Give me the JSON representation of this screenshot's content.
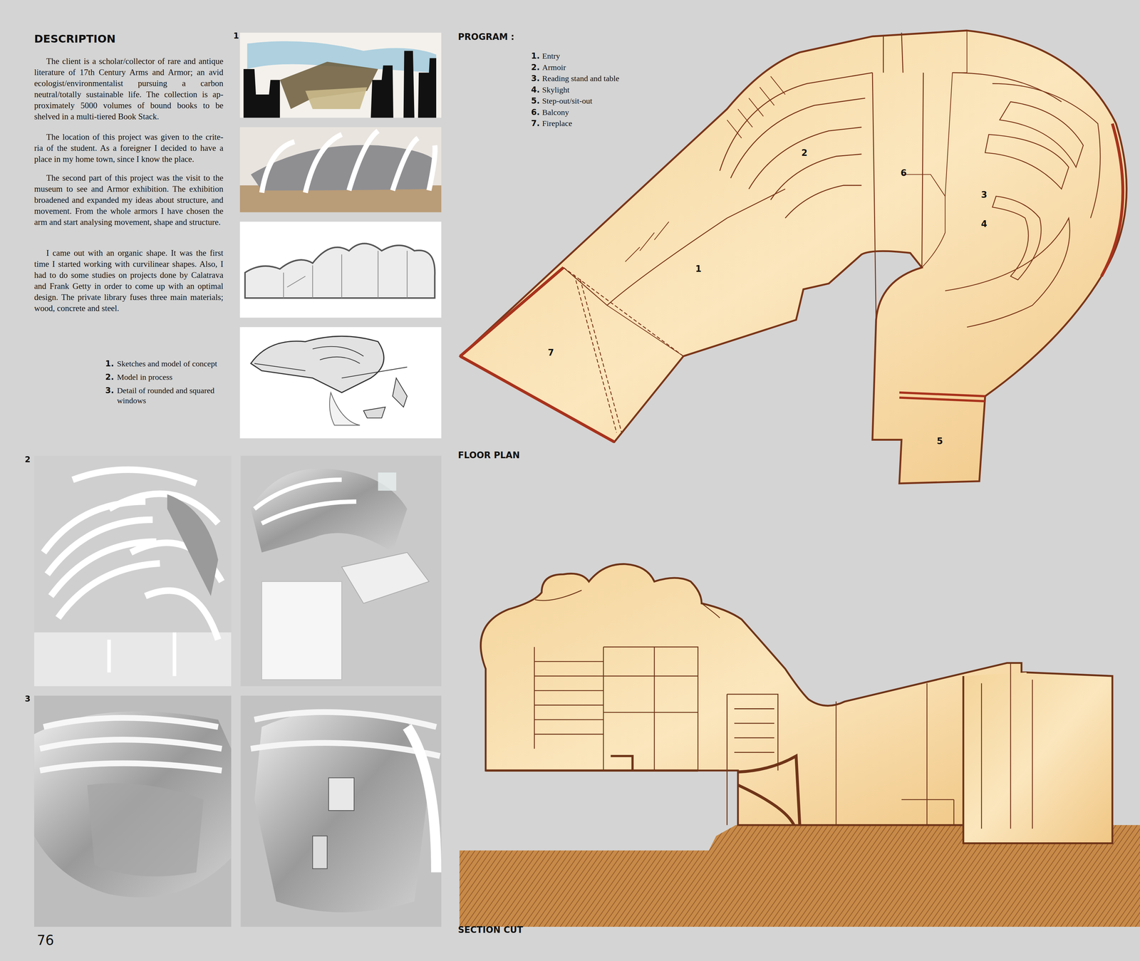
{
  "diagram": {
    "labels": [
      "DESCRIPTION",
      "The client is a scholar/collector of rare and antique literature of 17th Century Arms and Armor; an avid ecologist/environmentalist pursuing a carbon neutral/totally sustainable life. The collection is ap- proximately 5000 volumes of bound books to be shelved in a multi-tiered Book Stack.",
      "The location of this project was given to the crite- ria of the student. As a foreigner I decided to have a place in my home town, since I know the place.",
      "The second part of this project was the visit to the museum to see and Armor exhibition. The exhibition broadened and expanded my ideas about structure, and movement. From the whole armors I have chosen the arm and start analysing movement, shape and structure.",
      "I came out with an organic shape. It was the first time I started working with curvilinear shapes. Also, I had to do some studies on projects done by Calatrava and Frank Getty in order to come up with an optimal design. The private library fuses three main materials; wood, concrete and steel.",
      "1",
      "1.",
      "Sketches and model of concept",
      "2.",
      "Model in process",
      "3.",
      "Detail of rounded and squared windows",
      "2",
      "3",
      "76",
      "PROGRAM :",
      "1.",
      "Entry",
      "2.",
      "Armoir",
      "3.",
      "Reading stand and table",
      "4.",
      "Skylight",
      "5.",
      "Step-out/sit-out",
      "6.",
      "Balcony",
      "7.",
      "Fireplace",
      "2",
      "6",
      "3",
      "4",
      "1",
      "7",
      "5",
      "FLOOR PLAN",
      "SECTION CUT"
    ]
  }
}
